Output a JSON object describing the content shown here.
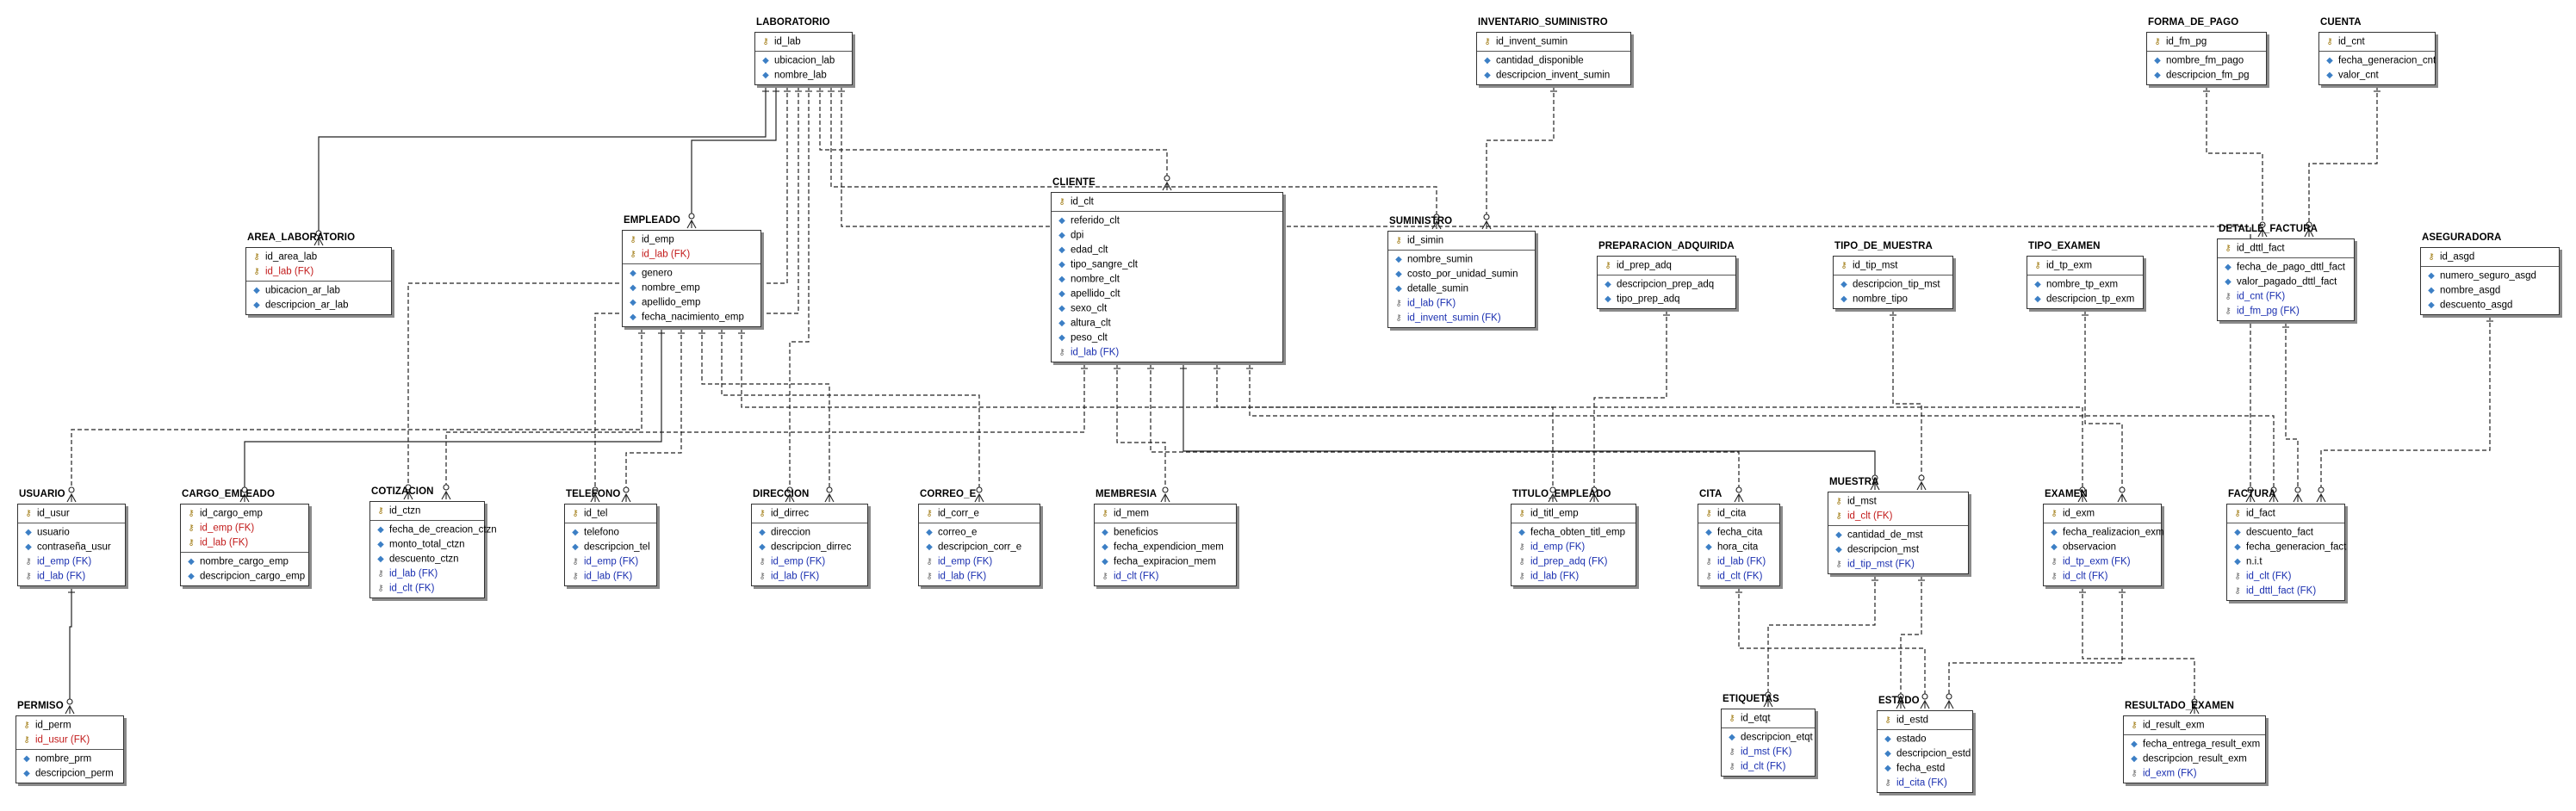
{
  "diagram": {
    "entities": [
      {
        "id": "laboratorio",
        "title": "LABORATORIO",
        "pk": [
          {
            "text": "id_lab",
            "kind": "pk"
          }
        ],
        "attrs": [
          {
            "text": "ubicacion_lab",
            "kind": "attr"
          },
          {
            "text": "nombre_lab",
            "kind": "attr"
          }
        ]
      },
      {
        "id": "inventario_suministro",
        "title": "INVENTARIO_SUMINISTRO",
        "pk": [
          {
            "text": "id_invent_sumin",
            "kind": "pk"
          }
        ],
        "attrs": [
          {
            "text": "cantidad_disponible",
            "kind": "attr"
          },
          {
            "text": "descripcion_invent_sumin",
            "kind": "attr"
          }
        ]
      },
      {
        "id": "forma_de_pago",
        "title": "FORMA_DE_PAGO",
        "pk": [
          {
            "text": "id_fm_pg",
            "kind": "pk"
          }
        ],
        "attrs": [
          {
            "text": "nombre_fm_pago",
            "kind": "attr"
          },
          {
            "text": "descripcion_fm_pg",
            "kind": "attr"
          }
        ]
      },
      {
        "id": "cuenta",
        "title": "CUENTA",
        "pk": [
          {
            "text": "id_cnt",
            "kind": "pk"
          }
        ],
        "attrs": [
          {
            "text": "fecha_generacion_cnt",
            "kind": "attr"
          },
          {
            "text": "valor_cnt",
            "kind": "attr"
          }
        ]
      },
      {
        "id": "cliente",
        "title": "CLIENTE",
        "pk": [
          {
            "text": "id_clt",
            "kind": "pk"
          }
        ],
        "attrs": [
          {
            "text": "referido_clt",
            "kind": "attr"
          },
          {
            "text": "dpi",
            "kind": "attr"
          },
          {
            "text": "edad_clt",
            "kind": "attr"
          },
          {
            "text": "tipo_sangre_clt",
            "kind": "attr"
          },
          {
            "text": "nombre_clt",
            "kind": "attr"
          },
          {
            "text": "apellido_clt",
            "kind": "attr"
          },
          {
            "text": "sexo_clt",
            "kind": "attr"
          },
          {
            "text": "altura_clt",
            "kind": "attr"
          },
          {
            "text": "peso_clt",
            "kind": "attr"
          },
          {
            "text": "id_lab (FK)",
            "kind": "fk"
          }
        ]
      },
      {
        "id": "suministro",
        "title": "SUMINISTRO",
        "pk": [
          {
            "text": "id_simin",
            "kind": "pk"
          }
        ],
        "attrs": [
          {
            "text": "nombre_sumin",
            "kind": "attr"
          },
          {
            "text": "costo_por_unidad_sumin",
            "kind": "attr"
          },
          {
            "text": "detalle_sumin",
            "kind": "attr"
          },
          {
            "text": "id_lab (FK)",
            "kind": "fk"
          },
          {
            "text": "id_invent_sumin (FK)",
            "kind": "fk"
          }
        ]
      },
      {
        "id": "area_laboratorio",
        "title": "AREA_LABORATORIO",
        "pk": [
          {
            "text": "id_area_lab",
            "kind": "pk"
          },
          {
            "text": "id_lab (FK)",
            "kind": "pkfk"
          }
        ],
        "attrs": [
          {
            "text": "ubicacion_ar_lab",
            "kind": "attr"
          },
          {
            "text": "descripcion_ar_lab",
            "kind": "attr"
          }
        ]
      },
      {
        "id": "empleado",
        "title": "EMPLEADO",
        "pk": [
          {
            "text": "id_emp",
            "kind": "pk"
          },
          {
            "text": "id_lab (FK)",
            "kind": "pkfk"
          }
        ],
        "attrs": [
          {
            "text": "genero",
            "kind": "attr"
          },
          {
            "text": "nombre_emp",
            "kind": "attr"
          },
          {
            "text": "apellido_emp",
            "kind": "attr"
          },
          {
            "text": "fecha_nacimiento_emp",
            "kind": "attr"
          }
        ]
      },
      {
        "id": "preparacion_adquirida",
        "title": "PREPARACION_ADQUIRIDA",
        "pk": [
          {
            "text": "id_prep_adq",
            "kind": "pk"
          }
        ],
        "attrs": [
          {
            "text": "descripcion_prep_adq",
            "kind": "attr"
          },
          {
            "text": "tipo_prep_adq",
            "kind": "attr"
          }
        ]
      },
      {
        "id": "tipo_de_muestra",
        "title": "TIPO_DE_MUESTRA",
        "pk": [
          {
            "text": "id_tip_mst",
            "kind": "pk"
          }
        ],
        "attrs": [
          {
            "text": "descripcion_tip_mst",
            "kind": "attr"
          },
          {
            "text": "nombre_tipo",
            "kind": "attr"
          }
        ]
      },
      {
        "id": "tipo_examen",
        "title": "TIPO_EXAMEN",
        "pk": [
          {
            "text": "id_tp_exm",
            "kind": "pk"
          }
        ],
        "attrs": [
          {
            "text": "nombre_tp_exm",
            "kind": "attr"
          },
          {
            "text": "descripcion_tp_exm",
            "kind": "attr"
          }
        ]
      },
      {
        "id": "detalle_factura",
        "title": "DETALLE_FACTURA",
        "pk": [
          {
            "text": "id_dttl_fact",
            "kind": "pk"
          }
        ],
        "attrs": [
          {
            "text": "fecha_de_pago_dttl_fact",
            "kind": "attr"
          },
          {
            "text": "valor_pagado_dttl_fact",
            "kind": "attr"
          },
          {
            "text": "id_cnt (FK)",
            "kind": "fk"
          },
          {
            "text": "id_fm_pg (FK)",
            "kind": "fk"
          }
        ]
      },
      {
        "id": "aseguradora",
        "title": "ASEGURADORA",
        "pk": [
          {
            "text": "id_asgd",
            "kind": "pk"
          }
        ],
        "attrs": [
          {
            "text": "numero_seguro_asgd",
            "kind": "attr"
          },
          {
            "text": "nombre_asgd",
            "kind": "attr"
          },
          {
            "text": "descuento_asgd",
            "kind": "attr"
          }
        ]
      },
      {
        "id": "usuario",
        "title": "USUARIO",
        "pk": [
          {
            "text": "id_usur",
            "kind": "pk"
          }
        ],
        "attrs": [
          {
            "text": "usuario",
            "kind": "attr"
          },
          {
            "text": "contraseña_usur",
            "kind": "attr"
          },
          {
            "text": "id_emp (FK)",
            "kind": "fk"
          },
          {
            "text": "id_lab (FK)",
            "kind": "fk"
          }
        ]
      },
      {
        "id": "cargo_empleado",
        "title": "CARGO_EMLEADO",
        "pk": [
          {
            "text": "id_cargo_emp",
            "kind": "pk"
          },
          {
            "text": "id_emp (FK)",
            "kind": "pkfk"
          },
          {
            "text": "id_lab (FK)",
            "kind": "pkfk"
          }
        ],
        "attrs": [
          {
            "text": "nombre_cargo_emp",
            "kind": "attr"
          },
          {
            "text": "descripcion_cargo_emp",
            "kind": "attr"
          }
        ]
      },
      {
        "id": "cotizacion",
        "title": "COTIZACION",
        "pk": [
          {
            "text": "id_ctzn",
            "kind": "pk"
          }
        ],
        "attrs": [
          {
            "text": "fecha_de_creacion_ctzn",
            "kind": "attr"
          },
          {
            "text": "monto_total_ctzn",
            "kind": "attr"
          },
          {
            "text": "descuento_ctzn",
            "kind": "attr"
          },
          {
            "text": "id_lab (FK)",
            "kind": "fk"
          },
          {
            "text": "id_clt (FK)",
            "kind": "fk"
          }
        ]
      },
      {
        "id": "telefono",
        "title": "TELEFONO",
        "pk": [
          {
            "text": "id_tel",
            "kind": "pk"
          }
        ],
        "attrs": [
          {
            "text": "telefono",
            "kind": "attr"
          },
          {
            "text": "descripcion_tel",
            "kind": "attr"
          },
          {
            "text": "id_emp (FK)",
            "kind": "fk"
          },
          {
            "text": "id_lab (FK)",
            "kind": "fk"
          }
        ]
      },
      {
        "id": "direccion",
        "title": "DIRECCION",
        "pk": [
          {
            "text": "id_dirrec",
            "kind": "pk"
          }
        ],
        "attrs": [
          {
            "text": "direccion",
            "kind": "attr"
          },
          {
            "text": "descripcion_dirrec",
            "kind": "attr"
          },
          {
            "text": "id_emp (FK)",
            "kind": "fk"
          },
          {
            "text": "id_lab (FK)",
            "kind": "fk"
          }
        ]
      },
      {
        "id": "correo_e",
        "title": "CORREO_E",
        "pk": [
          {
            "text": "id_corr_e",
            "kind": "pk"
          }
        ],
        "attrs": [
          {
            "text": "correo_e",
            "kind": "attr"
          },
          {
            "text": "descripcion_corr_e",
            "kind": "attr"
          },
          {
            "text": "id_emp (FK)",
            "kind": "fk"
          },
          {
            "text": "id_lab (FK)",
            "kind": "fk"
          }
        ]
      },
      {
        "id": "membresia",
        "title": "MEMBRESIA",
        "pk": [
          {
            "text": "id_mem",
            "kind": "pk"
          }
        ],
        "attrs": [
          {
            "text": "beneficios",
            "kind": "attr"
          },
          {
            "text": "fecha_expendicion_mem",
            "kind": "attr"
          },
          {
            "text": "fecha_expiracion_mem",
            "kind": "attr"
          },
          {
            "text": "id_clt (FK)",
            "kind": "fk"
          }
        ]
      },
      {
        "id": "titulo_empleado",
        "title": "TITULO_EMPLEADO",
        "pk": [
          {
            "text": "id_titl_emp",
            "kind": "pk"
          }
        ],
        "attrs": [
          {
            "text": "fecha_obten_titl_emp",
            "kind": "attr"
          },
          {
            "text": "id_emp (FK)",
            "kind": "fk"
          },
          {
            "text": "id_prep_adq (FK)",
            "kind": "fk"
          },
          {
            "text": "id_lab (FK)",
            "kind": "fk"
          }
        ]
      },
      {
        "id": "cita",
        "title": "CITA",
        "pk": [
          {
            "text": "id_cita",
            "kind": "pk"
          }
        ],
        "attrs": [
          {
            "text": "fecha_cita",
            "kind": "attr"
          },
          {
            "text": "hora_cita",
            "kind": "attr"
          },
          {
            "text": "id_lab (FK)",
            "kind": "fk"
          },
          {
            "text": "id_clt (FK)",
            "kind": "fk"
          }
        ]
      },
      {
        "id": "muestra",
        "title": "MUESTRA",
        "pk": [
          {
            "text": "id_mst",
            "kind": "pk"
          },
          {
            "text": "id_clt (FK)",
            "kind": "pkfk"
          }
        ],
        "attrs": [
          {
            "text": "cantidad_de_mst",
            "kind": "attr"
          },
          {
            "text": "descripcion_mst",
            "kind": "attr"
          },
          {
            "text": "id_tip_mst (FK)",
            "kind": "fk"
          }
        ]
      },
      {
        "id": "examen",
        "title": "EXAMEN",
        "pk": [
          {
            "text": "id_exm",
            "kind": "pk"
          }
        ],
        "attrs": [
          {
            "text": "fecha_realizacion_exm",
            "kind": "attr"
          },
          {
            "text": "observacion",
            "kind": "attr"
          },
          {
            "text": "id_tp_exm (FK)",
            "kind": "fk"
          },
          {
            "text": "id_clt (FK)",
            "kind": "fk"
          }
        ]
      },
      {
        "id": "factura",
        "title": "FACTURA",
        "pk": [
          {
            "text": "id_fact",
            "kind": "pk"
          }
        ],
        "attrs": [
          {
            "text": "descuento_fact",
            "kind": "attr"
          },
          {
            "text": "fecha_generacion_fact",
            "kind": "attr"
          },
          {
            "text": "n.i.t",
            "kind": "attr"
          },
          {
            "text": "id_clt (FK)",
            "kind": "fk"
          },
          {
            "text": "id_dttl_fact (FK)",
            "kind": "fk"
          }
        ]
      },
      {
        "id": "permiso",
        "title": "PERMISO",
        "pk": [
          {
            "text": "id_perm",
            "kind": "pk"
          },
          {
            "text": "id_usur (FK)",
            "kind": "pkfk"
          }
        ],
        "attrs": [
          {
            "text": "nombre_prm",
            "kind": "attr"
          },
          {
            "text": "descripcion_perm",
            "kind": "attr"
          }
        ]
      },
      {
        "id": "etiquetas",
        "title": "ETIQUETAS",
        "pk": [
          {
            "text": "id_etqt",
            "kind": "pk"
          }
        ],
        "attrs": [
          {
            "text": "descripcion_etqt",
            "kind": "attr"
          },
          {
            "text": "id_mst (FK)",
            "kind": "fk"
          },
          {
            "text": "id_clt (FK)",
            "kind": "fk"
          }
        ]
      },
      {
        "id": "estado",
        "title": "ESTADO",
        "pk": [
          {
            "text": "id_estd",
            "kind": "pk"
          }
        ],
        "attrs": [
          {
            "text": "estado",
            "kind": "attr"
          },
          {
            "text": "descripcion_estd",
            "kind": "attr"
          },
          {
            "text": "fecha_estd",
            "kind": "attr"
          },
          {
            "text": "id_cita (FK)",
            "kind": "fk"
          }
        ]
      },
      {
        "id": "resultado_examen",
        "title": "RESULTADO_EXAMEN",
        "pk": [
          {
            "text": "id_result_exm",
            "kind": "pk"
          }
        ],
        "attrs": [
          {
            "text": "fecha_entrega_result_exm",
            "kind": "attr"
          },
          {
            "text": "descripcion_result_exm",
            "kind": "attr"
          },
          {
            "text": "id_exm (FK)",
            "kind": "fk"
          }
        ]
      }
    ],
    "relationships": [
      {
        "from": "laboratorio",
        "to": "area_laboratorio",
        "style": "solid"
      },
      {
        "from": "laboratorio",
        "to": "empleado",
        "style": "solid"
      },
      {
        "from": "laboratorio",
        "to": "cotizacion",
        "style": "dashed"
      },
      {
        "from": "laboratorio",
        "to": "telefono",
        "style": "dashed"
      },
      {
        "from": "laboratorio",
        "to": "direccion",
        "style": "dashed"
      },
      {
        "from": "laboratorio",
        "to": "cliente",
        "style": "dashed"
      },
      {
        "from": "laboratorio",
        "to": "suministro",
        "style": "dashed"
      },
      {
        "from": "laboratorio",
        "to": "factura",
        "style": "dashed"
      },
      {
        "from": "inventario_suministro",
        "to": "suministro",
        "style": "dashed"
      },
      {
        "from": "forma_de_pago",
        "to": "detalle_factura",
        "style": "dashed"
      },
      {
        "from": "cuenta",
        "to": "detalle_factura",
        "style": "dashed"
      },
      {
        "from": "empleado",
        "to": "usuario",
        "style": "dashed"
      },
      {
        "from": "empleado",
        "to": "cargo_empleado",
        "style": "solid"
      },
      {
        "from": "empleado",
        "to": "telefono",
        "style": "dashed"
      },
      {
        "from": "empleado",
        "to": "direccion",
        "style": "dashed"
      },
      {
        "from": "empleado",
        "to": "correo_e",
        "style": "dashed"
      },
      {
        "from": "empleado",
        "to": "titulo_empleado",
        "style": "dashed"
      },
      {
        "from": "cliente",
        "to": "cotizacion",
        "style": "dashed"
      },
      {
        "from": "cliente",
        "to": "membresia",
        "style": "dashed"
      },
      {
        "from": "cliente",
        "to": "cita",
        "style": "dashed"
      },
      {
        "from": "cliente",
        "to": "muestra",
        "style": "solid"
      },
      {
        "from": "cliente",
        "to": "examen",
        "style": "dashed"
      },
      {
        "from": "cliente",
        "to": "factura",
        "style": "dashed"
      },
      {
        "from": "preparacion_adquirida",
        "to": "titulo_empleado",
        "style": "dashed"
      },
      {
        "from": "tipo_de_muestra",
        "to": "muestra",
        "style": "dashed"
      },
      {
        "from": "tipo_examen",
        "to": "examen",
        "style": "dashed"
      },
      {
        "from": "detalle_factura",
        "to": "factura",
        "style": "dashed"
      },
      {
        "from": "aseguradora",
        "to": "factura",
        "style": "dashed"
      },
      {
        "from": "usuario",
        "to": "permiso",
        "style": "solid"
      },
      {
        "from": "muestra",
        "to": "etiquetas",
        "style": "dashed"
      },
      {
        "from": "muestra",
        "to": "estado",
        "style": "dashed"
      },
      {
        "from": "cita",
        "to": "estado",
        "style": "dashed"
      },
      {
        "from": "examen",
        "to": "resultado_examen",
        "style": "dashed"
      },
      {
        "from": "examen",
        "to": "estado",
        "style": "dashed"
      }
    ]
  }
}
